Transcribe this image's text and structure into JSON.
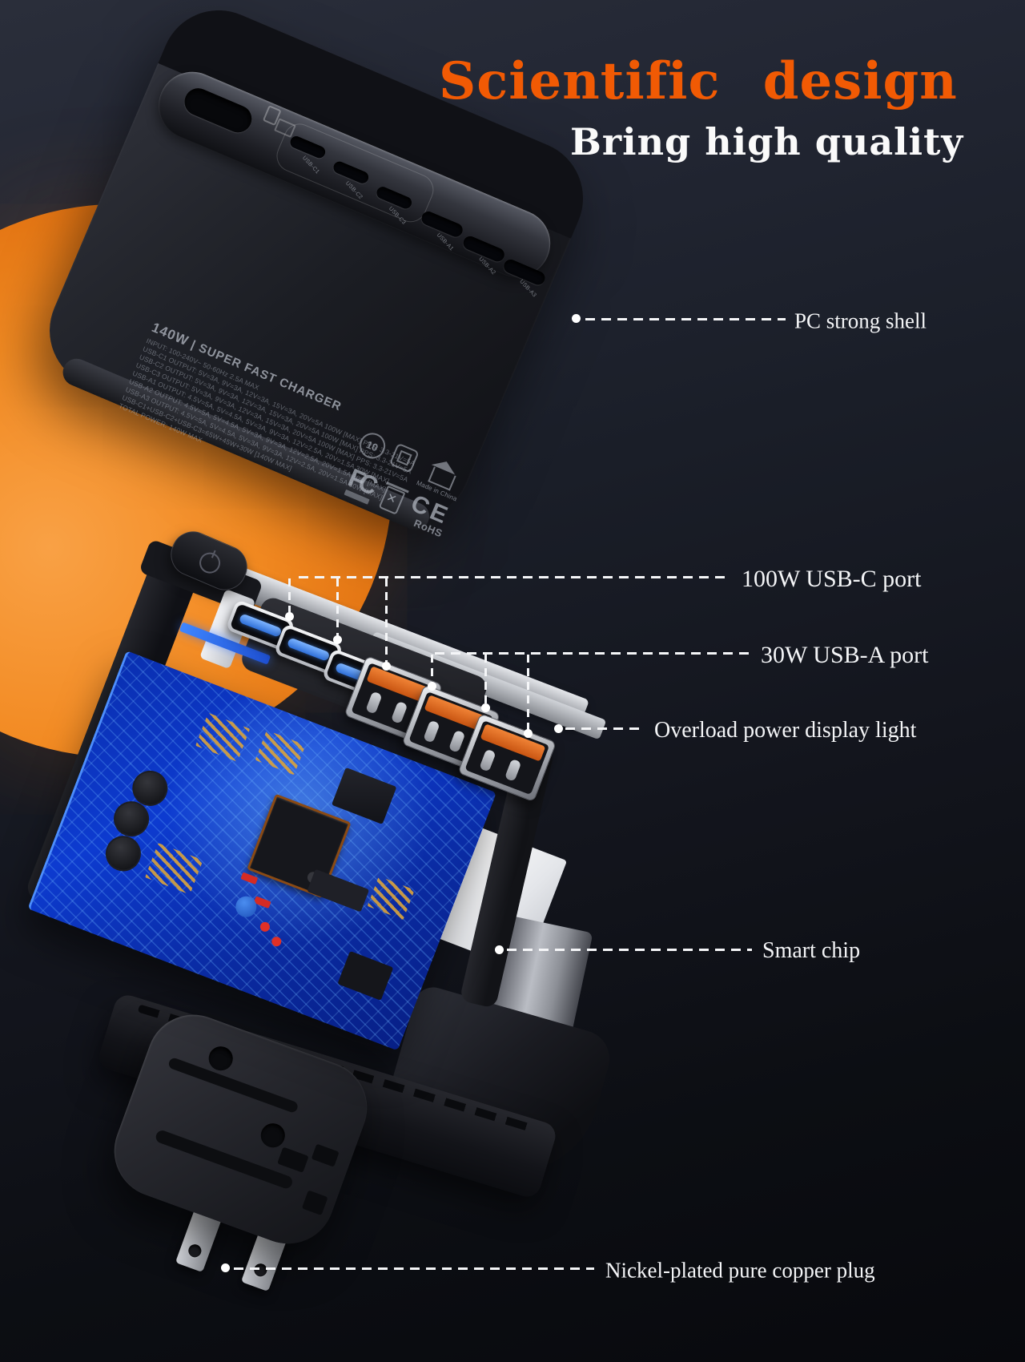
{
  "title": "Scientific design",
  "subtitle": "Bring high quality",
  "callouts": {
    "shell": "PC strong shell",
    "usb_c": "100W USB-C port",
    "usb_a": "30W USB-A port",
    "overload": "Overload power display light",
    "chip": "Smart chip",
    "plug": "Nickel-plated pure copper plug"
  },
  "charger": {
    "wattage": "140W",
    "name": "SUPER FAST CHARGER",
    "spec_lines": [
      "INPUT: 100-240V~ 50-60Hz 2.5A MAX",
      "USB-C1 OUTPUT: 5V=3A, 9V=3A, 12V=3A, 15V=3A, 20V=5A 100W [MAX] PPS: 3.3-21V=5A",
      "USB-C2 OUTPUT: 5V=3A, 9V=3A, 12V=3A, 15V=3A, 20V=5A 100W [MAX] PPS: 3.3-21V=5A",
      "USB-C3 OUTPUT: 5V=3A, 9V=3A, 12V=3A, 15V=3A, 20V=5A 100W [MAX] PPS: 3.3-21V=5A",
      "USB-A1 OUTPUT: 4.5V=5A, 5V=4.5A, 5V=3A, 9V=3A, 12V=2.5A, 20V=1.5A 30W [MAX]",
      "USB-A2 OUTPUT: 4.5V=5A, 5V=4.5A, 5V=3A, 9V=3A, 12V=2.5A, 20V=1.5A 30W [MAX]",
      "USB-A3 OUTPUT: 4.5V=5A, 5V=4.5A, 5V=3A, 9V=3A, 12V=2.5A, 20V=1.5A 30W [MAX]",
      "USB-C1+USB-C2+USB-C3=65W+45W+30W [140W MAX]",
      "TOTAL POWER: 140W MAX"
    ],
    "port_labels": [
      "USB-C1",
      "USB-C2",
      "USB-C3",
      "USB-A1",
      "USB-A2",
      "USB-A3"
    ],
    "certifications": {
      "recycle": "10",
      "made_in": "Made in China",
      "fcc": "FC",
      "ce": "CE",
      "rohs": "RoHS"
    }
  },
  "colors": {
    "accent_orange": "#f15a04",
    "sphere_orange": "#ef8320",
    "pcb_blue": "#0d3bd0",
    "usb_a_tongue": "#d8611a",
    "usb_c_tongue": "#3f7ce0",
    "background_top": "#262a34",
    "background_bottom": "#0b0d11",
    "callout_text": "#f4f5f7"
  }
}
